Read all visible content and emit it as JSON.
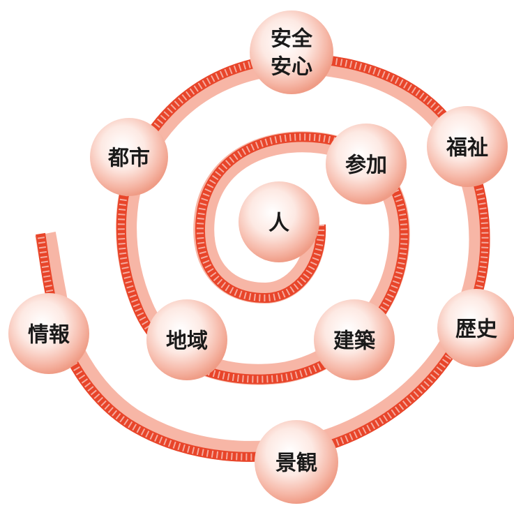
{
  "diagram": {
    "nodes": [
      {
        "id": "anzen",
        "label_line1": "安全",
        "label_line2": "安心"
      },
      {
        "id": "fukushi",
        "label": "福祉"
      },
      {
        "id": "toshi",
        "label": "都市"
      },
      {
        "id": "sanka",
        "label": "参加"
      },
      {
        "id": "hito",
        "label": "人"
      },
      {
        "id": "joho",
        "label": "情報"
      },
      {
        "id": "chiiki",
        "label": "地域"
      },
      {
        "id": "kenchiku",
        "label": "建築"
      },
      {
        "id": "rekishi",
        "label": "歴史"
      },
      {
        "id": "keikan",
        "label": "景観"
      }
    ],
    "colors": {
      "spiral": "#e8452a",
      "spiral_shadow": "#f7b6a6",
      "bubble_center": "#ffffff",
      "bubble_edge": "#f3a593",
      "text": "#1a1a1a"
    }
  }
}
